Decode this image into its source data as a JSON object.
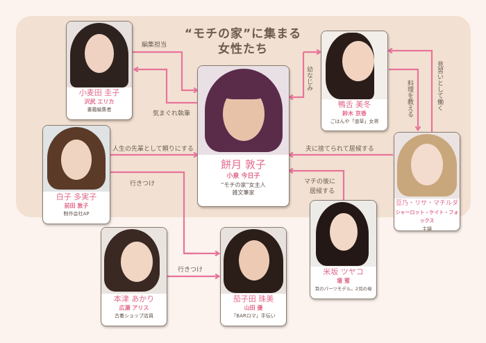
{
  "title": {
    "line1": "“モチの家”に集まる",
    "line2": "女性たち"
  },
  "colors": {
    "line": "#e8739a",
    "role_name": "#e2698a",
    "panel": "#f2e1d2",
    "background": "#fcf3ee"
  },
  "characters": {
    "center": {
      "role": "餅月 敦子",
      "actor": "小泉 今日子",
      "desc1": "“モチの家”女主人",
      "desc2": "雑文筆家"
    },
    "komugida": {
      "role": "小麦田 圭子",
      "actor": "沢尻 エリカ",
      "desc": "書籍編集者"
    },
    "kamonoshita": {
      "role": "鴨舌 美冬",
      "actor": "鈴木 京香",
      "desc": "ごはんや「道草」女将"
    },
    "mameno": {
      "role": "豆乃・リサ・マチルダ",
      "actor": "シャーロット・ケイト・フォックス",
      "desc": "主婦"
    },
    "shirako": {
      "role": "白子 多実子",
      "actor": "前田 敦子",
      "desc": "制作会社AP"
    },
    "yonesaka": {
      "role": "米坂 ツヤコ",
      "actor": "壇 蜜",
      "desc": "耳のパーツモデル。2児の母"
    },
    "motsu": {
      "role": "本津 あかり",
      "actor": "広瀬 アリス",
      "desc": "古着ショップ店員"
    },
    "nasuda": {
      "role": "茄子田 珠美",
      "actor": "山田 優",
      "desc": "「BARロマ」手伝い"
    }
  },
  "relations": {
    "henshu": "編集担当",
    "kimagure": "気まぐれ執筆",
    "osananajimi": "幼なじみ",
    "minarai": "見習いとして働く",
    "ryouri": "料理を教える",
    "otto": "夫に捨てられて居候する",
    "jinsei": "人生の先輩として頼りにする",
    "ikitsuke1": "行きつけ",
    "ikitsuke2": "行きつけ",
    "machi1": "マチの後に",
    "machi2": "居候する"
  }
}
